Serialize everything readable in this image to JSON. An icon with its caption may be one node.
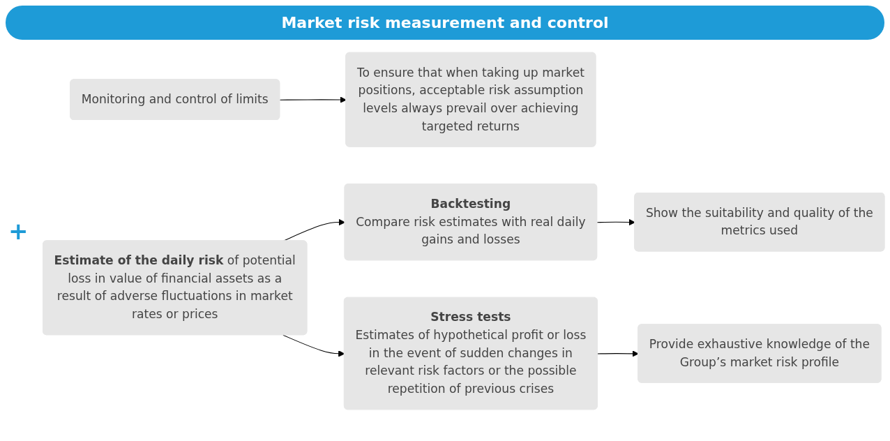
{
  "diagram": {
    "title": "Market risk measurement and control",
    "nodes": [
      {
        "text": [
          "**Estimate of the daily risk** of potential loss in value of financial assets as a result of adverse fluctuations in market rates or prices"
        ]
      },
      {
        "text": [
          "Monitoring and control of limits"
        ]
      },
      {
        "text": [
          "To ensure that when taking up market positions, acceptable risk assumption levels always prevail over achieving targeted returns"
        ]
      },
      {
        "text": [
          "Backtesting",
          "Compare risk estimates with real daily gains and losses"
        ]
      },
      {
        "text": [
          "Show the suitability and quality of the metrics used"
        ]
      },
      {
        "text": [
          "Stress tests",
          "Estimates of hypothetical profit or loss in the event of sudden changes in relevant risk factors or the possible repetition of previous crises"
        ]
      },
      {
        "text": [
          "Provide exhaustive knowledge of the Group’s market risk profile"
        ]
      }
    ],
    "edges": [
      {
        "from": 1,
        "to": 2,
        "arrow": "to"
      },
      {
        "from": 0,
        "to": 3,
        "arrow": "to"
      },
      {
        "from": 0,
        "to": 5,
        "arrow": "to"
      },
      {
        "from": 3,
        "to": 4,
        "arrow": "to"
      },
      {
        "from": 5,
        "to": 6,
        "arrow": "to"
      }
    ],
    "labels": [
      "+"
    ]
  }
}
